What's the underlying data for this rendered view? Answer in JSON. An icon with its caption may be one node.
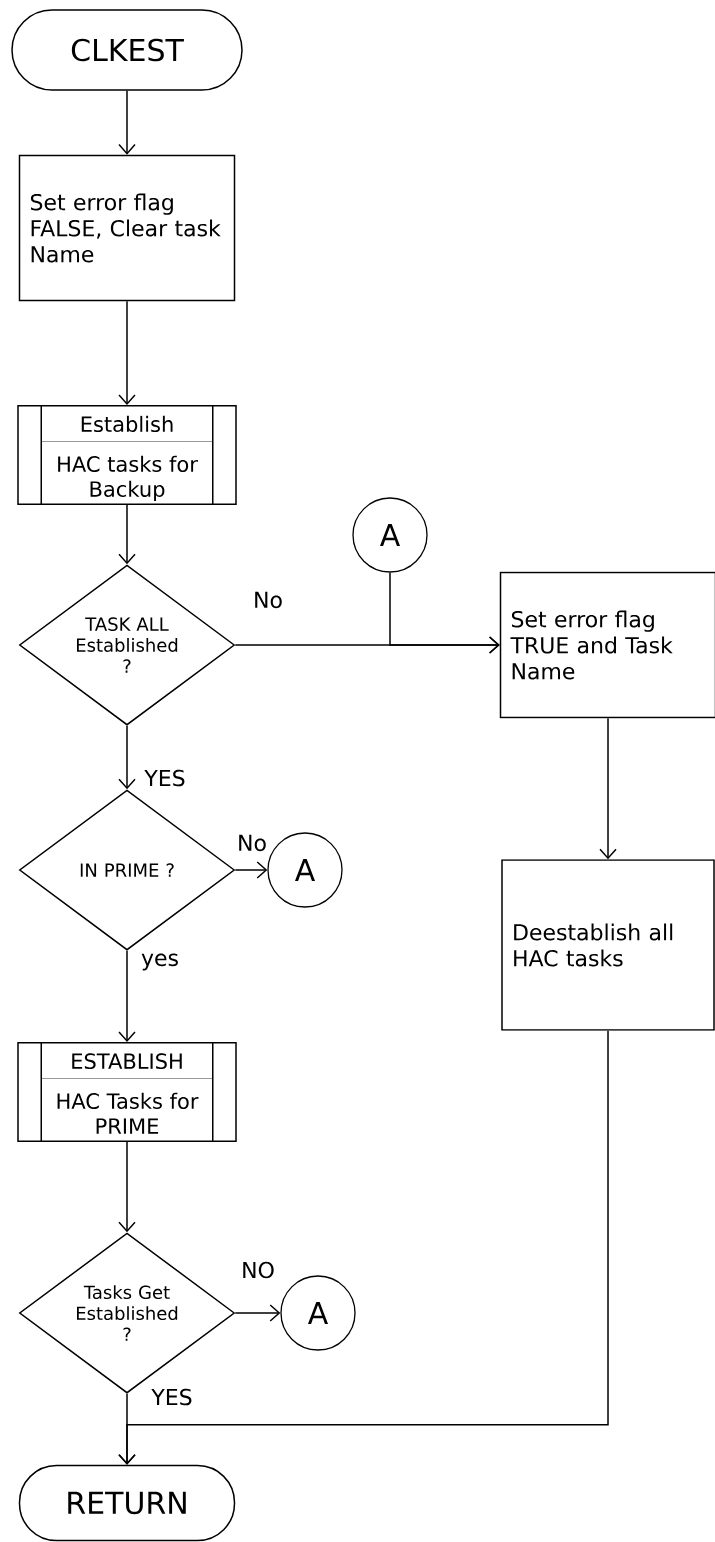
{
  "diagram": {
    "nodes": [
      {
        "text": [
          "CLKEST"
        ]
      },
      {
        "text": [
          "Set error flag FALSE, Clear task Name"
        ]
      },
      {
        "text": [
          "Establish",
          "HAC tasks for Backup"
        ]
      },
      {
        "text": [
          "TASK ALL Established ?"
        ]
      },
      {
        "text": [
          "IN PRIME ?"
        ]
      },
      {
        "text": [
          "A"
        ]
      },
      {
        "text": [
          "ESTABLISH",
          "HAC Tasks for PRIME"
        ]
      },
      {
        "text": [
          "Tasks Get Established ?"
        ]
      },
      {
        "text": [
          "A"
        ]
      },
      {
        "text": [
          "A"
        ]
      },
      {
        "text": [
          "Set error flag TRUE and Task Name"
        ]
      },
      {
        "text": [
          "Deestablish all HAC tasks"
        ]
      },
      {
        "text": [
          "RETURN"
        ]
      }
    ],
    "edges": [
      {
        "from": 0,
        "to": 1,
        "arrow": "to"
      },
      {
        "from": 1,
        "to": 2,
        "arrow": "to"
      },
      {
        "from": 2,
        "to": 3,
        "arrow": "to"
      },
      {
        "from": 3,
        "to": 10,
        "arrow": "to",
        "label": "No"
      },
      {
        "from": 9,
        "to": 10,
        "arrow": "to"
      },
      {
        "from": 3,
        "to": 4,
        "arrow": "to",
        "label": "YES"
      },
      {
        "from": 4,
        "to": 5,
        "arrow": "to",
        "label": "No"
      },
      {
        "from": 4,
        "to": 6,
        "arrow": "to",
        "label": "yes"
      },
      {
        "from": 6,
        "to": 7,
        "arrow": "to"
      },
      {
        "from": 7,
        "to": 8,
        "arrow": "to",
        "label": "NO"
      },
      {
        "from": 7,
        "to": 12,
        "arrow": "to",
        "label": "YES"
      },
      {
        "from": 10,
        "to": 11,
        "arrow": "to"
      },
      {
        "from": 11,
        "to": 12,
        "arrow": "to"
      }
    ]
  }
}
